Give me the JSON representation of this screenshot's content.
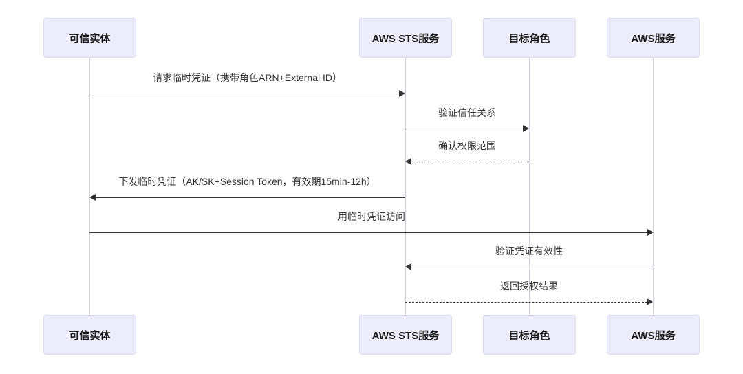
{
  "actors": [
    {
      "label": "可信实体"
    },
    {
      "label": "AWS STS服务"
    },
    {
      "label": "目标角色"
    },
    {
      "label": "AWS服务"
    }
  ],
  "messages": [
    {
      "label": "请求临时凭证（携带角色ARN+External ID）",
      "from": "可信实体",
      "to": "AWS STS服务",
      "line": "solid",
      "direction": "right"
    },
    {
      "label": "验证信任关系",
      "from": "AWS STS服务",
      "to": "目标角色",
      "line": "solid",
      "direction": "right"
    },
    {
      "label": "确认权限范围",
      "from": "目标角色",
      "to": "AWS STS服务",
      "line": "dashed",
      "direction": "left"
    },
    {
      "label": "下发临时凭证（AK/SK+Session Token，有效期15min-12h）",
      "from": "AWS STS服务",
      "to": "可信实体",
      "line": "solid",
      "direction": "left"
    },
    {
      "label": "用临时凭证访问",
      "from": "可信实体",
      "to": "AWS服务",
      "line": "solid",
      "direction": "right"
    },
    {
      "label": "验证凭证有效性",
      "from": "AWS服务",
      "to": "AWS STS服务",
      "line": "solid",
      "direction": "left"
    },
    {
      "label": "返回授权结果",
      "from": "AWS STS服务",
      "to": "AWS服务",
      "line": "dashed",
      "direction": "right"
    }
  ],
  "colors": {
    "background": "#ffffff",
    "actor_fill": "#ECECFB",
    "actor_border": "#D9D9EE",
    "lifeline": "#CFCFE8",
    "arrow": "#333333",
    "label_text": "#333333",
    "actor_text": "#1A1A1A"
  }
}
